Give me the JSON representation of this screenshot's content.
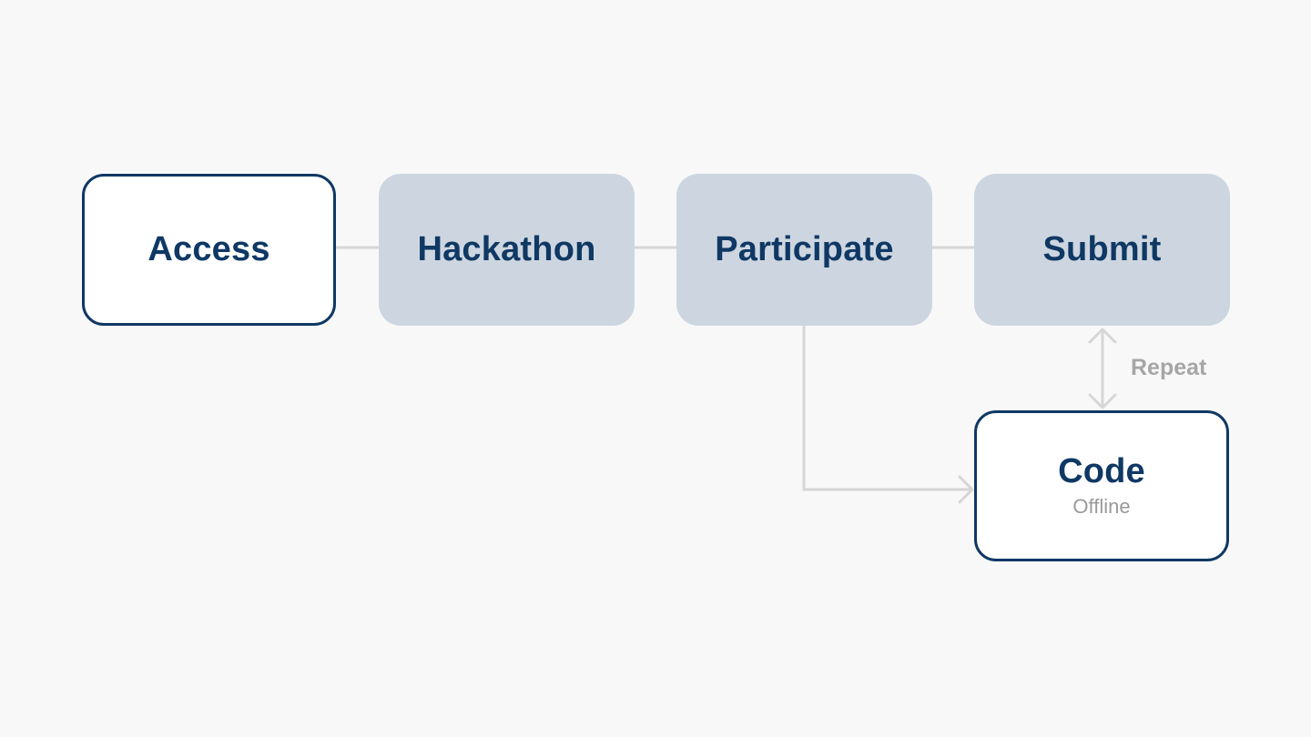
{
  "diagram": {
    "nodes": {
      "access": {
        "title": "Access"
      },
      "hackathon": {
        "title": "Hackathon"
      },
      "participate": {
        "title": "Participate"
      },
      "submit": {
        "title": "Submit"
      },
      "code": {
        "title": "Code",
        "subtitle": "Offline"
      }
    },
    "edges": [
      {
        "from": "access",
        "to": "hackathon"
      },
      {
        "from": "hackathon",
        "to": "participate"
      },
      {
        "from": "participate",
        "to": "submit"
      },
      {
        "from": "participate",
        "to": "code",
        "arrow": "end"
      },
      {
        "from": "submit",
        "to": "code",
        "arrow": "both",
        "label": "Repeat"
      }
    ],
    "colors": {
      "background": "#f8f8f8",
      "node_text": "#0f3864",
      "node_outline": "#0f3864",
      "node_fill": "#cdd6e0",
      "connector": "#d6d6d6",
      "label": "#a6a6a6"
    }
  }
}
